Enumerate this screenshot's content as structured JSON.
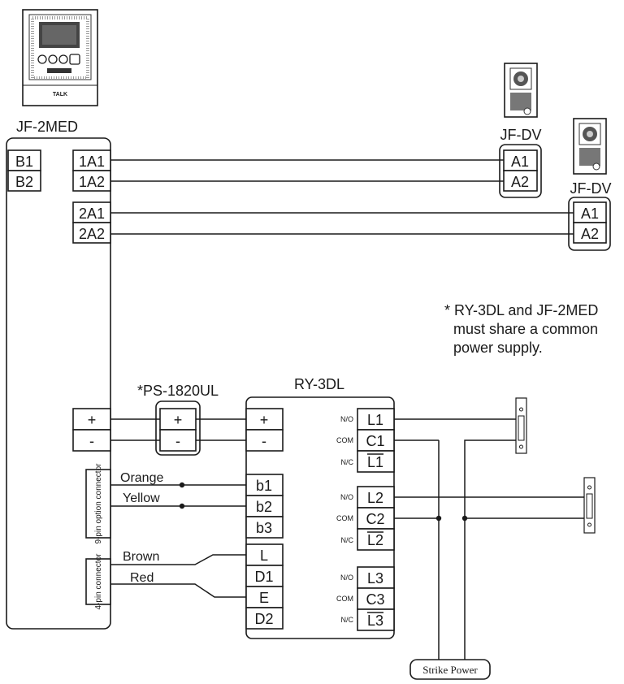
{
  "master": {
    "name": "JF-2MED",
    "left_terminals": [
      "B1",
      "B2"
    ],
    "right_terminals": [
      "1A1",
      "1A2",
      "2A1",
      "2A2"
    ],
    "power_terminals": [
      "+",
      "-"
    ],
    "option_connector": "9-pin option connector",
    "four_pin_connector": "4-pin connector",
    "face_label": "TALK"
  },
  "door_stations": [
    {
      "name": "JF-DV",
      "terminals": [
        "A1",
        "A2"
      ]
    },
    {
      "name": "JF-DV",
      "terminals": [
        "A1",
        "A2"
      ]
    }
  ],
  "power_supply": {
    "name": "*PS-1820UL",
    "terminals": [
      "+",
      "-"
    ]
  },
  "note": [
    "* RY-3DL and JF-2MED",
    "must share a common",
    "power supply."
  ],
  "relay": {
    "name": "RY-3DL",
    "power_terminals": [
      "+",
      "-"
    ],
    "input_terminals": [
      "b1",
      "b2",
      "b3"
    ],
    "control_terminals": [
      "L",
      "D1",
      "E",
      "D2"
    ],
    "relay_groups": [
      {
        "small_labels": [
          "N/O",
          "COM",
          "N/C"
        ],
        "terminals": [
          "L1",
          "C1",
          "L1"
        ]
      },
      {
        "small_labels": [
          "N/O",
          "COM",
          "N/C"
        ],
        "terminals": [
          "L2",
          "C2",
          "L2"
        ]
      },
      {
        "small_labels": [
          "N/O",
          "COM",
          "N/C"
        ],
        "terminals": [
          "L3",
          "C3",
          "L3"
        ]
      }
    ]
  },
  "wires": {
    "orange": "Orange",
    "yellow": "Yellow",
    "brown": "Brown",
    "red": "Red"
  },
  "strike_power": "Strike Power"
}
